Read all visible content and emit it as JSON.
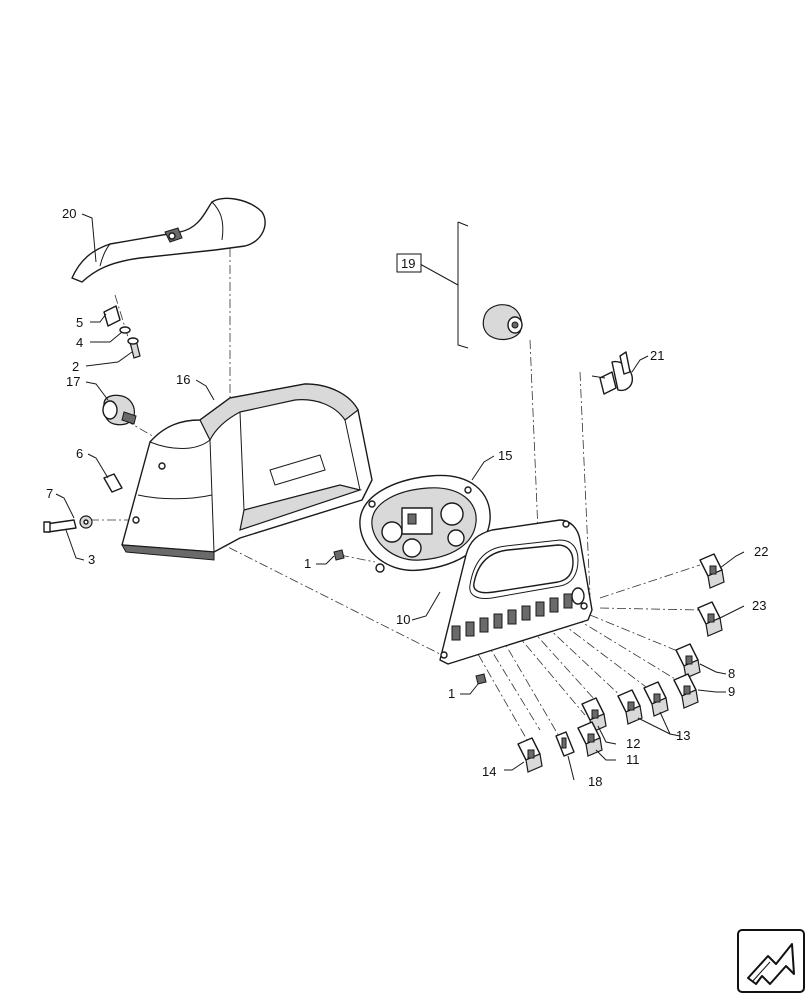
{
  "callouts": {
    "c1a": "1",
    "c1b": "1",
    "c2": "2",
    "c3": "3",
    "c4": "4",
    "c5": "5",
    "c6": "6",
    "c7": "7",
    "c8": "8",
    "c9": "9",
    "c10": "10",
    "c11": "11",
    "c12": "12",
    "c13": "13",
    "c14": "14",
    "c15": "15",
    "c16": "16",
    "c17": "17",
    "c18": "18",
    "c19": "19",
    "c20": "20",
    "c21": "21",
    "c22": "22",
    "c23": "23"
  },
  "icons": {
    "nav": "navigation-arrow-icon"
  }
}
